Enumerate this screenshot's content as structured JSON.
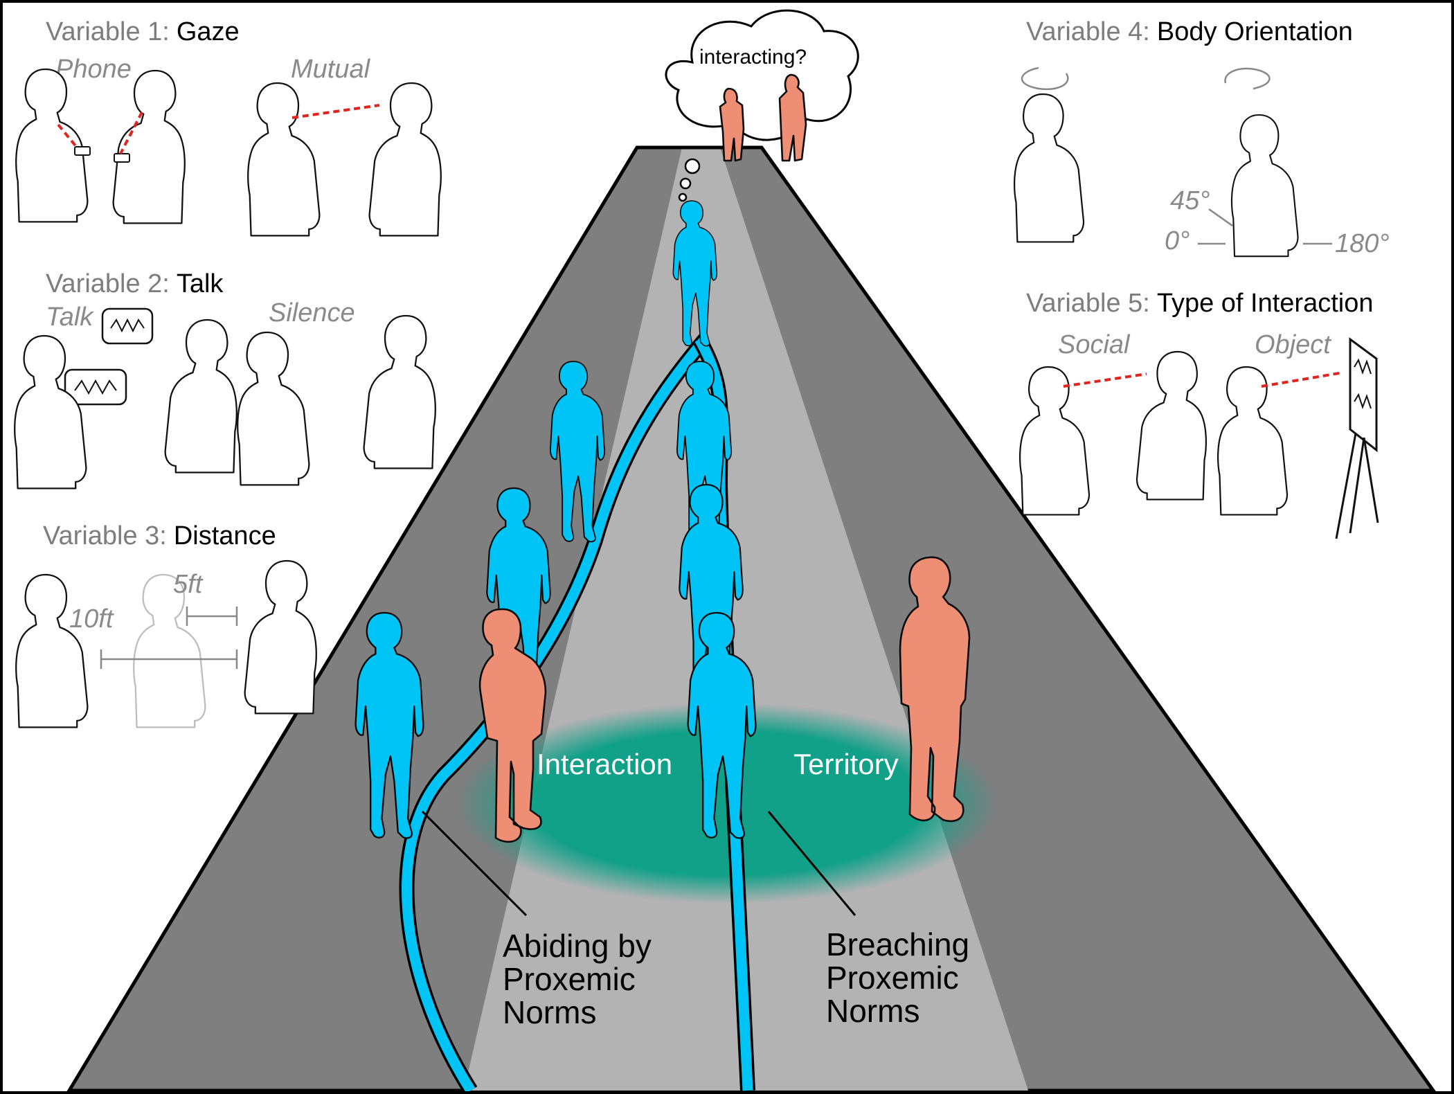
{
  "variables": {
    "v1": {
      "prefix": "Variable 1:",
      "name": "Gaze",
      "option_a": "Phone",
      "option_b": "Mutual"
    },
    "v2": {
      "prefix": "Variable 2:",
      "name": "Talk",
      "option_a": "Talk",
      "option_b": "Silence"
    },
    "v3": {
      "prefix": "Variable 3:",
      "name": "Distance",
      "option_a": "10ft",
      "option_b": "5ft"
    },
    "v4": {
      "prefix": "Variable 4:",
      "name": "Body Orientation",
      "angle_a": "45°",
      "angle_b": "0°",
      "angle_c": "180°"
    },
    "v5": {
      "prefix": "Variable 5:",
      "name": "Type of Interaction",
      "option_a": "Social",
      "option_b": "Object"
    }
  },
  "scene": {
    "thought_text": "interacting?",
    "territory_left": "Interaction",
    "territory_right": "Territory",
    "abiding": [
      "Abiding by",
      "Proxemic",
      "Norms"
    ],
    "breaching": [
      "Breaching",
      "Proxemic",
      "Norms"
    ]
  },
  "colors": {
    "walker": "#00c4f5",
    "confederate": "#ee8e74",
    "territory": "#11a088",
    "road": "#7f7f7f",
    "path": "#b3b3b3",
    "gaze_line": "#e0241f"
  }
}
